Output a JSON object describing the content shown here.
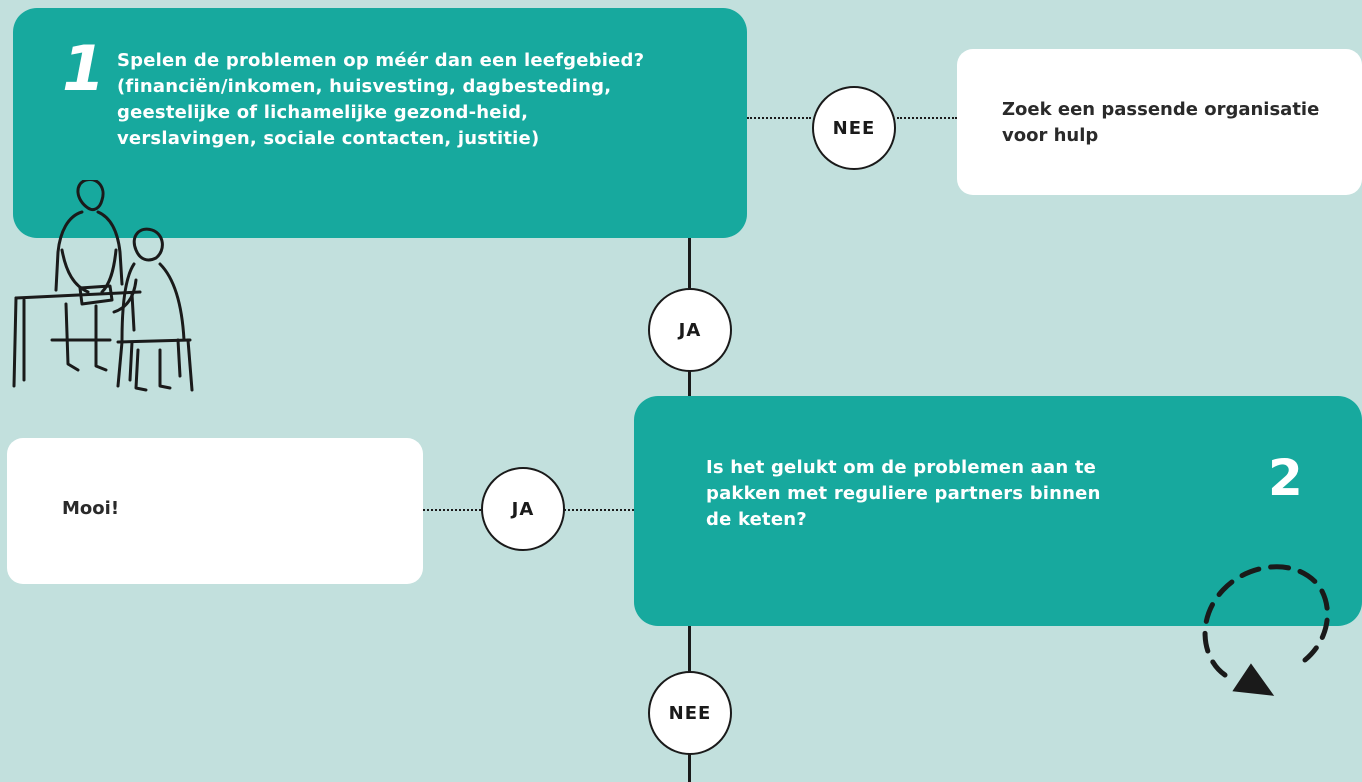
{
  "steps": [
    {
      "number": "1",
      "question": "Spelen de problemen op méér dan een leefgebied? (financiën/inkomen, huisvesting, dagbesteding, geestelijke of lichamelijke gezond-heid, verslavingen, sociale contacten, justitie)"
    },
    {
      "number": "2",
      "question": "Is het gelukt om de problemen aan te pakken met reguliere partners binnen de keten?"
    }
  ],
  "outcomes": {
    "no_help": "Zoek een passende organisatie voor hulp",
    "success": "Mooi!"
  },
  "labels": {
    "nee_1": "NEE",
    "ja_1": "JA",
    "ja_2": "JA",
    "nee_2": "NEE"
  },
  "colors": {
    "background": "#c2e0dd",
    "teal": "#17a99e",
    "white": "#ffffff",
    "ink": "#1a1a1a"
  },
  "icons": [
    "two-people-at-table-illustration",
    "dashed-loop-arrow-icon"
  ]
}
